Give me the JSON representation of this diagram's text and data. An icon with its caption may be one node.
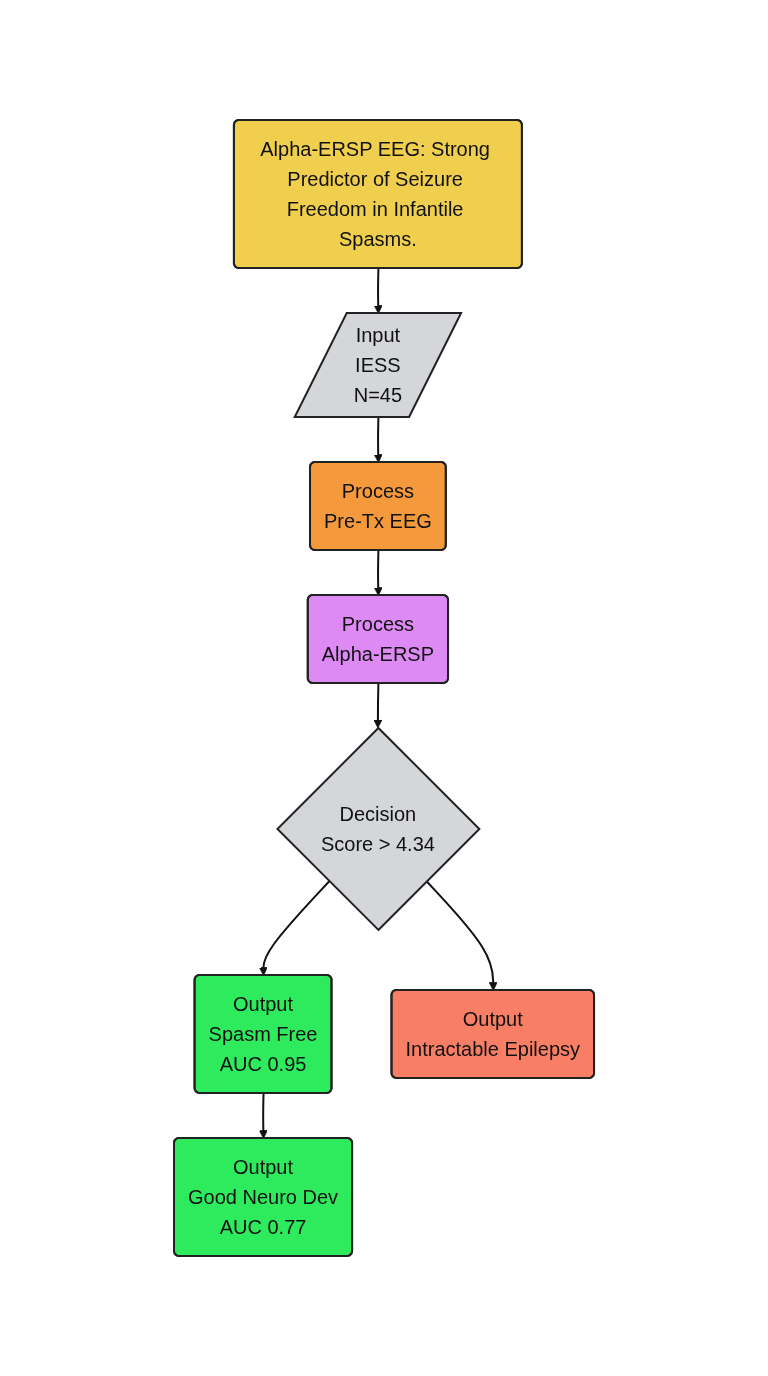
{
  "diagram": {
    "nodes": [
      {
        "text": [
          "Alpha-ERSP EEG: Strong Predictor of Seizure Freedom in Infantile Spasms."
        ]
      },
      {
        "text": [
          "Input",
          "IESS",
          "N=45"
        ]
      },
      {
        "text": [
          "Process",
          "Pre-Tx EEG"
        ]
      },
      {
        "text": [
          "Process",
          "Alpha-ERSP"
        ]
      },
      {
        "text": [
          "Decision",
          "Score > 4.34"
        ]
      },
      {
        "text": [
          "Output",
          "Spasm Free",
          "AUC 0.95"
        ]
      },
      {
        "text": [
          "Output",
          "Intractable Epilepsy"
        ]
      },
      {
        "text": [
          "Output",
          "Good Neuro Dev",
          "AUC 0.77"
        ]
      }
    ],
    "edges": [
      {
        "from": 0,
        "to": 1,
        "arrow": "to"
      },
      {
        "from": 1,
        "to": 2,
        "arrow": "to"
      },
      {
        "from": 2,
        "to": 3,
        "arrow": "to"
      },
      {
        "from": 3,
        "to": 4,
        "arrow": "to"
      },
      {
        "from": 4,
        "to": 5,
        "arrow": "to"
      },
      {
        "from": 4,
        "to": 6,
        "arrow": "to"
      },
      {
        "from": 5,
        "to": 7,
        "arrow": "to"
      }
    ]
  }
}
